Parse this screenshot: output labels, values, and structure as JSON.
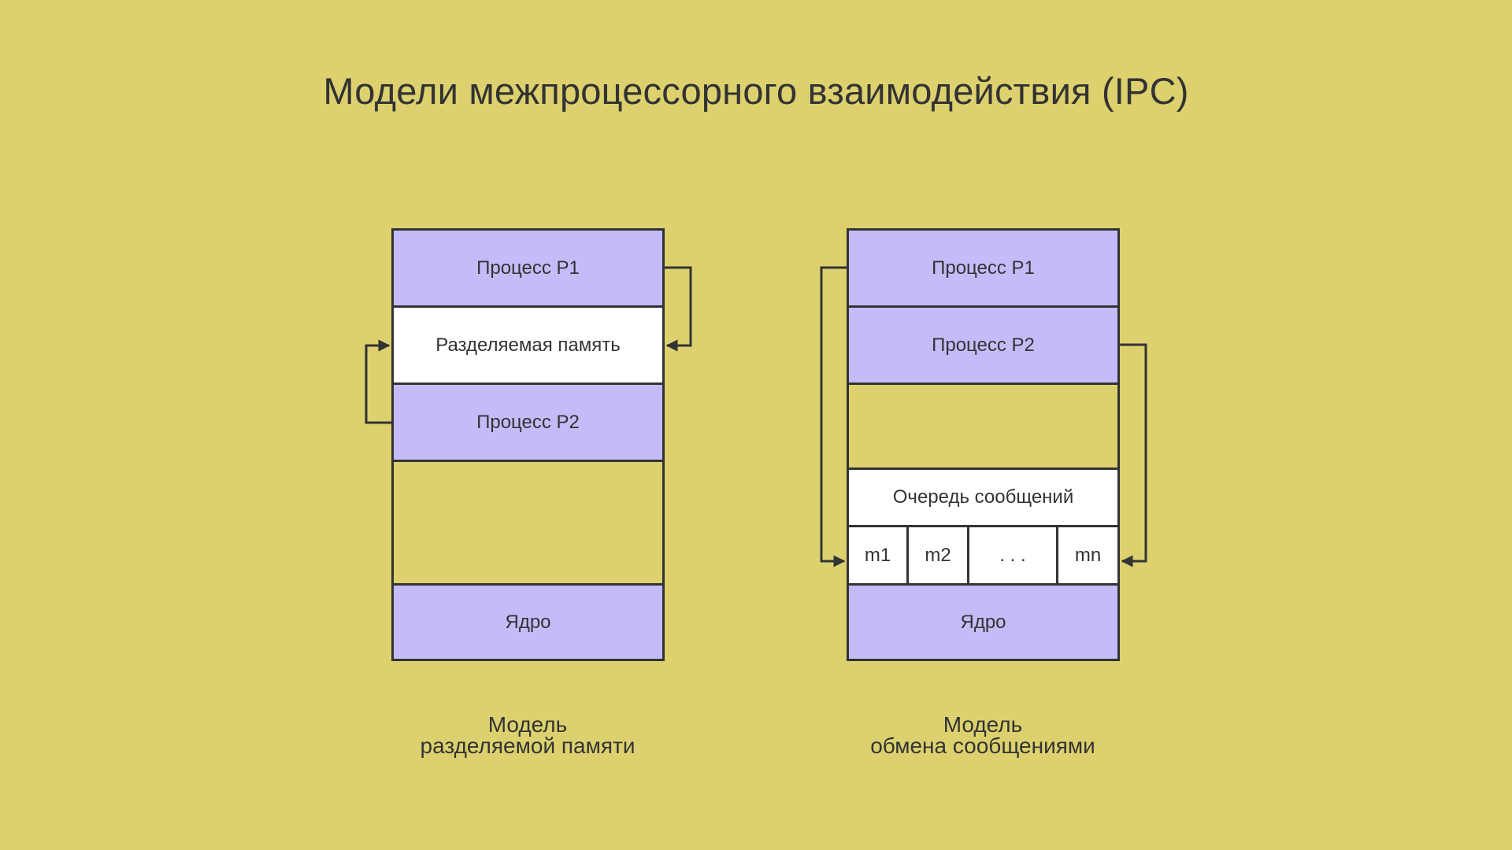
{
  "title": "Модели межпроцессорного взаимодействия (IPC)",
  "shared_memory": {
    "process_p1": "Процесс P1",
    "shared_memory": "Разделяемая память",
    "process_p2": "Процесс P2",
    "kernel": "Ядро",
    "caption_line1": "Модель",
    "caption_line2": "разделяемой памяти"
  },
  "message_passing": {
    "process_p1": "Процесс P1",
    "process_p2": "Процесс P2",
    "queue": "Очередь сообщений",
    "messages": [
      "m1",
      "m2",
      ". . .",
      "mn"
    ],
    "kernel": "Ядро",
    "caption_line1": "Модель",
    "caption_line2": "обмена сообщениями"
  },
  "colors": {
    "background": "#dcd16e",
    "process": "#c4bcf8",
    "memory": "#ffffff",
    "stroke": "#333333"
  }
}
